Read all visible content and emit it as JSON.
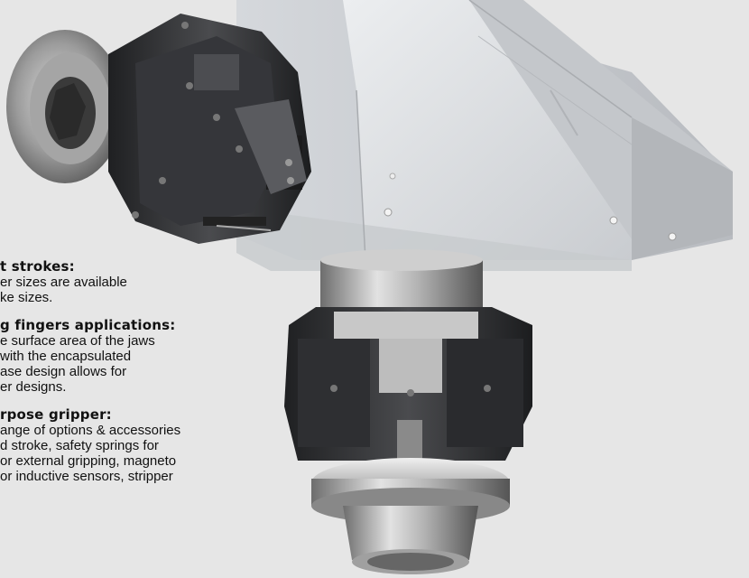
{
  "features": [
    {
      "heading": "t strokes:",
      "body": "er sizes are available\nke sizes."
    },
    {
      "heading": "g fingers applications:",
      "body": "e surface area of the jaws\nwith the encapsulated\nase design allows for\ner designs."
    },
    {
      "heading": "rpose gripper:",
      "body": "ange of options & accessories\nd stroke, safety springs for\nor external gripping, magneto\nor inductive sensors, stripper"
    }
  ],
  "colors": {
    "background": "#e6e6e6",
    "housing": "#d7d9dc",
    "gripper_dark": "#2b2c2e",
    "steel": "#9a9a9a"
  }
}
